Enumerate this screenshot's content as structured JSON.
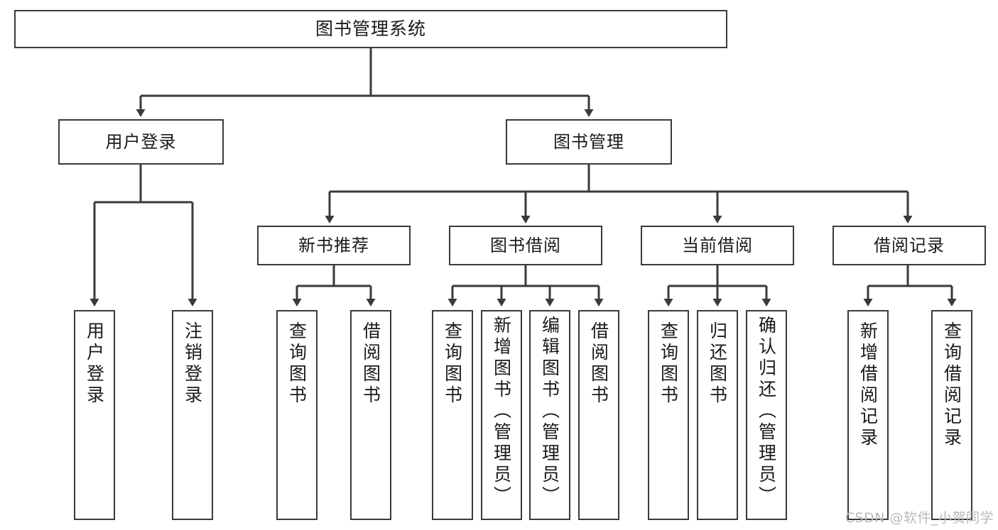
{
  "diagram": {
    "title": "图书管理系统",
    "watermark": "CSDN @软件_小贺同学",
    "colors": {
      "box_border": "#3a3a3a",
      "box_fill": "#ffffff",
      "connector": "#3a3a3a",
      "text": "#1a1a1a",
      "watermark": "#b9b9b9"
    },
    "root": {
      "label": "图书管理系统"
    },
    "level1": [
      {
        "label": "用户登录"
      },
      {
        "label": "图书管理"
      }
    ],
    "level2": [
      {
        "label": "新书推荐"
      },
      {
        "label": "图书借阅"
      },
      {
        "label": "当前借阅"
      },
      {
        "label": "借阅记录"
      }
    ],
    "leaves": {
      "user_login": [
        {
          "label": "用户登录"
        },
        {
          "label": "注销登录"
        }
      ],
      "new_book_recommend": [
        {
          "label": "查询图书"
        },
        {
          "label": "借阅图书"
        }
      ],
      "book_borrow": [
        {
          "label": "查询图书"
        },
        {
          "label": "新增图书（管理员）"
        },
        {
          "label": "编辑图书（管理员）"
        },
        {
          "label": "借阅图书"
        }
      ],
      "current_borrow": [
        {
          "label": "查询图书"
        },
        {
          "label": "归还图书"
        },
        {
          "label": "确认归还（管理员）"
        }
      ],
      "borrow_record": [
        {
          "label": "新增借阅记录"
        },
        {
          "label": "查询借阅记录"
        }
      ]
    }
  }
}
